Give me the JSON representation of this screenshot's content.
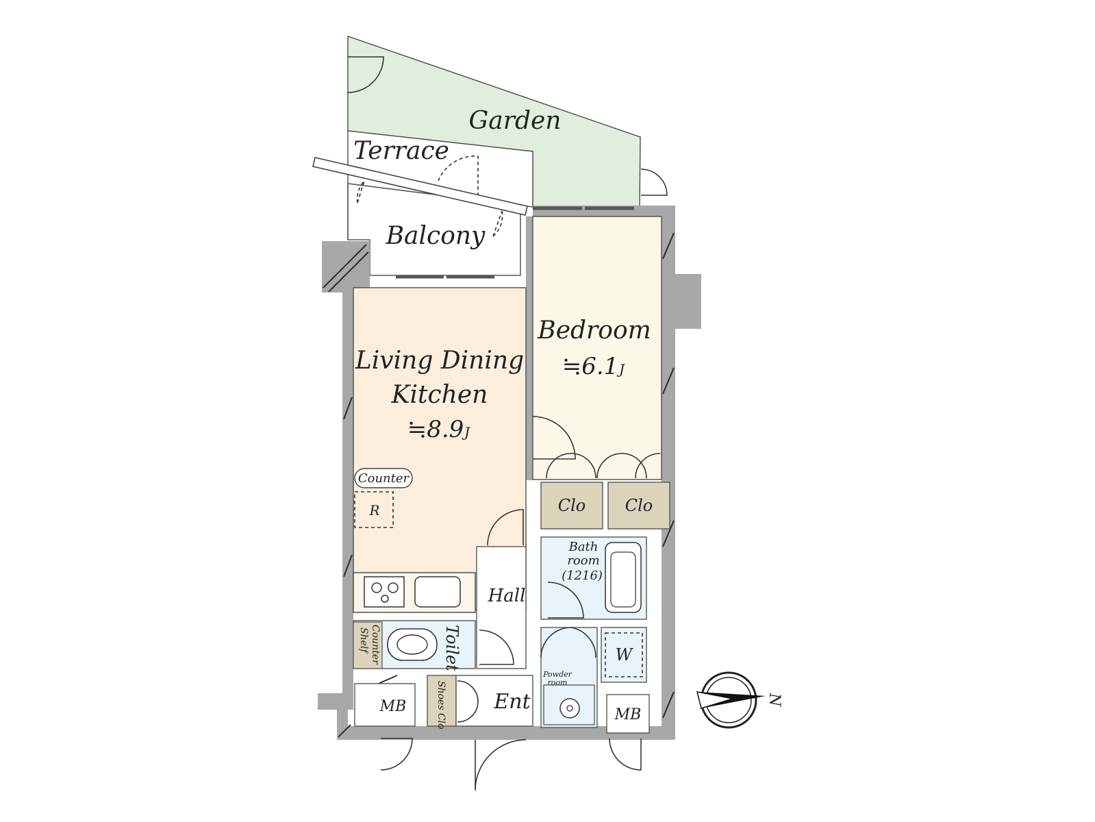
{
  "rooms": {
    "garden": "Garden",
    "terrace": "Terrace",
    "balcony": "Balcony",
    "ldk_line1": "Living Dining",
    "ldk_line2": "Kitchen",
    "ldk_size": "≒8.9",
    "bedroom": "Bedroom",
    "bedroom_size": "≒6.1",
    "size_unit": "J",
    "counter": "Counter",
    "refrigerator": "R",
    "closet_1": "Clo",
    "closet_2": "Clo",
    "bath_line1": "Bath",
    "bath_line2": "room",
    "bath_line3": "(1216)",
    "hall": "Hall",
    "toilet": "Toilet",
    "counter_shelf_1": "Counter",
    "counter_shelf_2": "Shelf",
    "washer": "W",
    "powder_line1": "Powder",
    "powder_line2": "room",
    "shoes_clo": "Shoes Clo",
    "entrance": "Ent",
    "mb_left": "MB",
    "mb_right": "MB"
  },
  "compass": {
    "label": "N"
  },
  "colors": {
    "garden": "#e2eedd",
    "ldk": "#fbeedd",
    "bedroom": "#fcf8e8",
    "closet": "#dcd3bb",
    "wet": "#e8f3fa",
    "wall": "#a8a8a8"
  }
}
